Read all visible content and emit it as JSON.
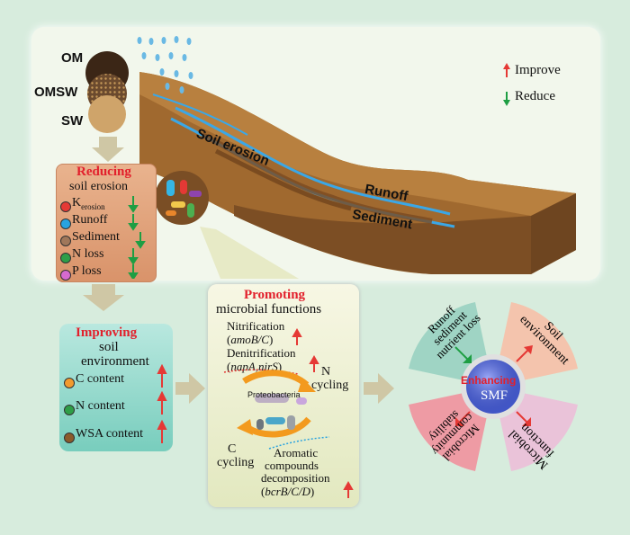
{
  "legend": {
    "improve": "Improve",
    "reduce": "Reduce"
  },
  "materials": {
    "om": "OM",
    "omsw": "OMSW",
    "sw": "SW"
  },
  "slope": {
    "soil_erosion": "Soil erosion",
    "runoff": "Runoff",
    "sediment": "Sediment"
  },
  "reducing": {
    "title": "Reducing",
    "subtitle": "soil erosion",
    "items": [
      {
        "label": "K",
        "sub": "erosion",
        "color": "#e53935"
      },
      {
        "label": "Runoff",
        "color": "#29a3e0"
      },
      {
        "label": "Sediment",
        "color": "#a0775a"
      },
      {
        "label": "N loss",
        "color": "#2e9e48"
      },
      {
        "label": "P loss",
        "color": "#d66ad0"
      }
    ]
  },
  "improving": {
    "title": "Improving",
    "subtitle1": "soil",
    "subtitle2": "environment",
    "items": [
      {
        "label": "C content",
        "color": "#f29a2e"
      },
      {
        "label": "N content",
        "color": "#2e9e48"
      },
      {
        "label": "WSA content",
        "color": "#8b5a2b"
      }
    ]
  },
  "promoting": {
    "title": "Promoting",
    "subtitle": "microbial functions",
    "nitrification": "Nitrification",
    "nitrification_genes": "amoB/C",
    "denitrification": "Denitrification",
    "denitrification_genes": "napA,nirS",
    "n_cycling_1": "N",
    "n_cycling_2": "cycling",
    "proteobacteria": "Proteobacteria",
    "c_cycling_1": "C",
    "c_cycling_2": "cycling",
    "aromatic_1": "Aromatic",
    "aromatic_2": "compounds",
    "aromatic_3": "decomposition",
    "aromatic_genes": "bcrB/C/D"
  },
  "wheel": {
    "center_title": "Enhancing",
    "center_sub": "SMF",
    "segments": {
      "runoff": [
        "Runoff",
        "sediment",
        "nutrient loss"
      ],
      "soil": [
        "Soil",
        "environment"
      ],
      "microbial_function": [
        "Microbial",
        "function"
      ],
      "community": [
        "Microbial",
        "community",
        "stability"
      ]
    },
    "colors": {
      "runoff": "#9fd4c4",
      "soil": "#f4c4ad",
      "microbial_function": "#eac3d9",
      "community": "#ee9ba4",
      "center": "#4257c8"
    }
  }
}
